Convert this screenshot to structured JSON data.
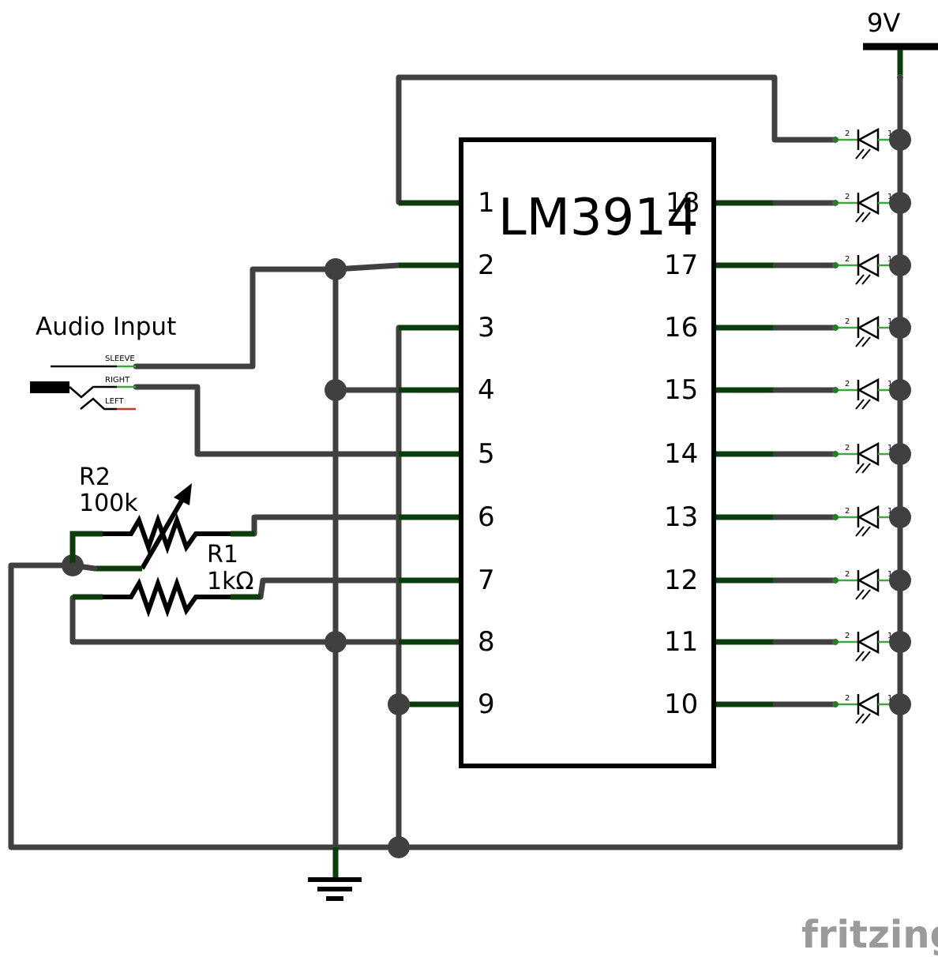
{
  "chip": {
    "name": "LM3914",
    "left_pins": [
      "1",
      "2",
      "3",
      "4",
      "5",
      "6",
      "7",
      "8",
      "9"
    ],
    "right_pins": [
      "18",
      "17",
      "16",
      "15",
      "14",
      "13",
      "12",
      "11",
      "10"
    ]
  },
  "supply": {
    "label": "9V"
  },
  "audio_jack": {
    "title": "Audio Input",
    "sleeve": "SLEEVE",
    "right": "RIGHT",
    "left": "LEFT"
  },
  "resistors": {
    "r2_name": "R2",
    "r2_value": "100k",
    "r1_name": "R1",
    "r1_value": "1kΩ"
  },
  "led_pin_labels": {
    "anode": "1",
    "cathode": "2"
  },
  "led_count": 10,
  "logo": "fritzing"
}
